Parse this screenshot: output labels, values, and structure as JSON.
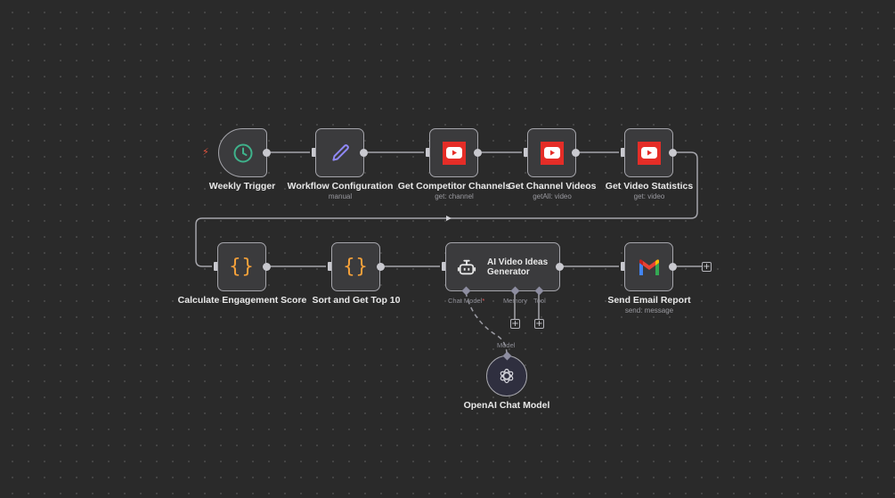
{
  "canvas": {
    "background": "#2a2a2a",
    "grid": "dotted"
  },
  "colors": {
    "node_bg": "#3b3b3d",
    "node_border": "#a5a5ab",
    "wire": "#a5a5ab",
    "trigger_icon": "#3fb28b",
    "edit_icon": "#8f88f5",
    "code_icon": "#f5a13a",
    "youtube_red": "#e52d27",
    "trigger_bolt": "#e8553f"
  },
  "nodes": {
    "weekly_trigger": {
      "title": "Weekly Trigger",
      "icon": "clock-icon"
    },
    "workflow_config": {
      "title": "Workflow Configuration",
      "subtitle": "manual",
      "icon": "pencil-icon"
    },
    "get_competitor_channels": {
      "title": "Get Competitor Channels",
      "subtitle": "get: channel",
      "icon": "youtube-icon"
    },
    "get_channel_videos": {
      "title": "Get Channel Videos",
      "subtitle": "getAll: video",
      "icon": "youtube-icon"
    },
    "get_video_statistics": {
      "title": "Get Video Statistics",
      "subtitle": "get: video",
      "icon": "youtube-icon"
    },
    "calc_engagement": {
      "title": "Calculate Engagement Score",
      "icon": "code-braces-icon"
    },
    "sort_top10": {
      "title": "Sort and Get Top 10",
      "icon": "code-braces-icon"
    },
    "ai_generator": {
      "title": "AI Video Ideas Generator",
      "icon": "robot-icon",
      "ports": {
        "chat_model": "Chat Model",
        "required_mark": "*",
        "memory": "Memory",
        "tool": "Tool"
      }
    },
    "send_email": {
      "title": "Send Email Report",
      "subtitle": "send: message",
      "icon": "gmail-icon"
    },
    "openai_model": {
      "title": "OpenAI Chat Model",
      "port": "Model",
      "icon": "openai-icon"
    }
  },
  "buttons": {
    "add": "+"
  }
}
